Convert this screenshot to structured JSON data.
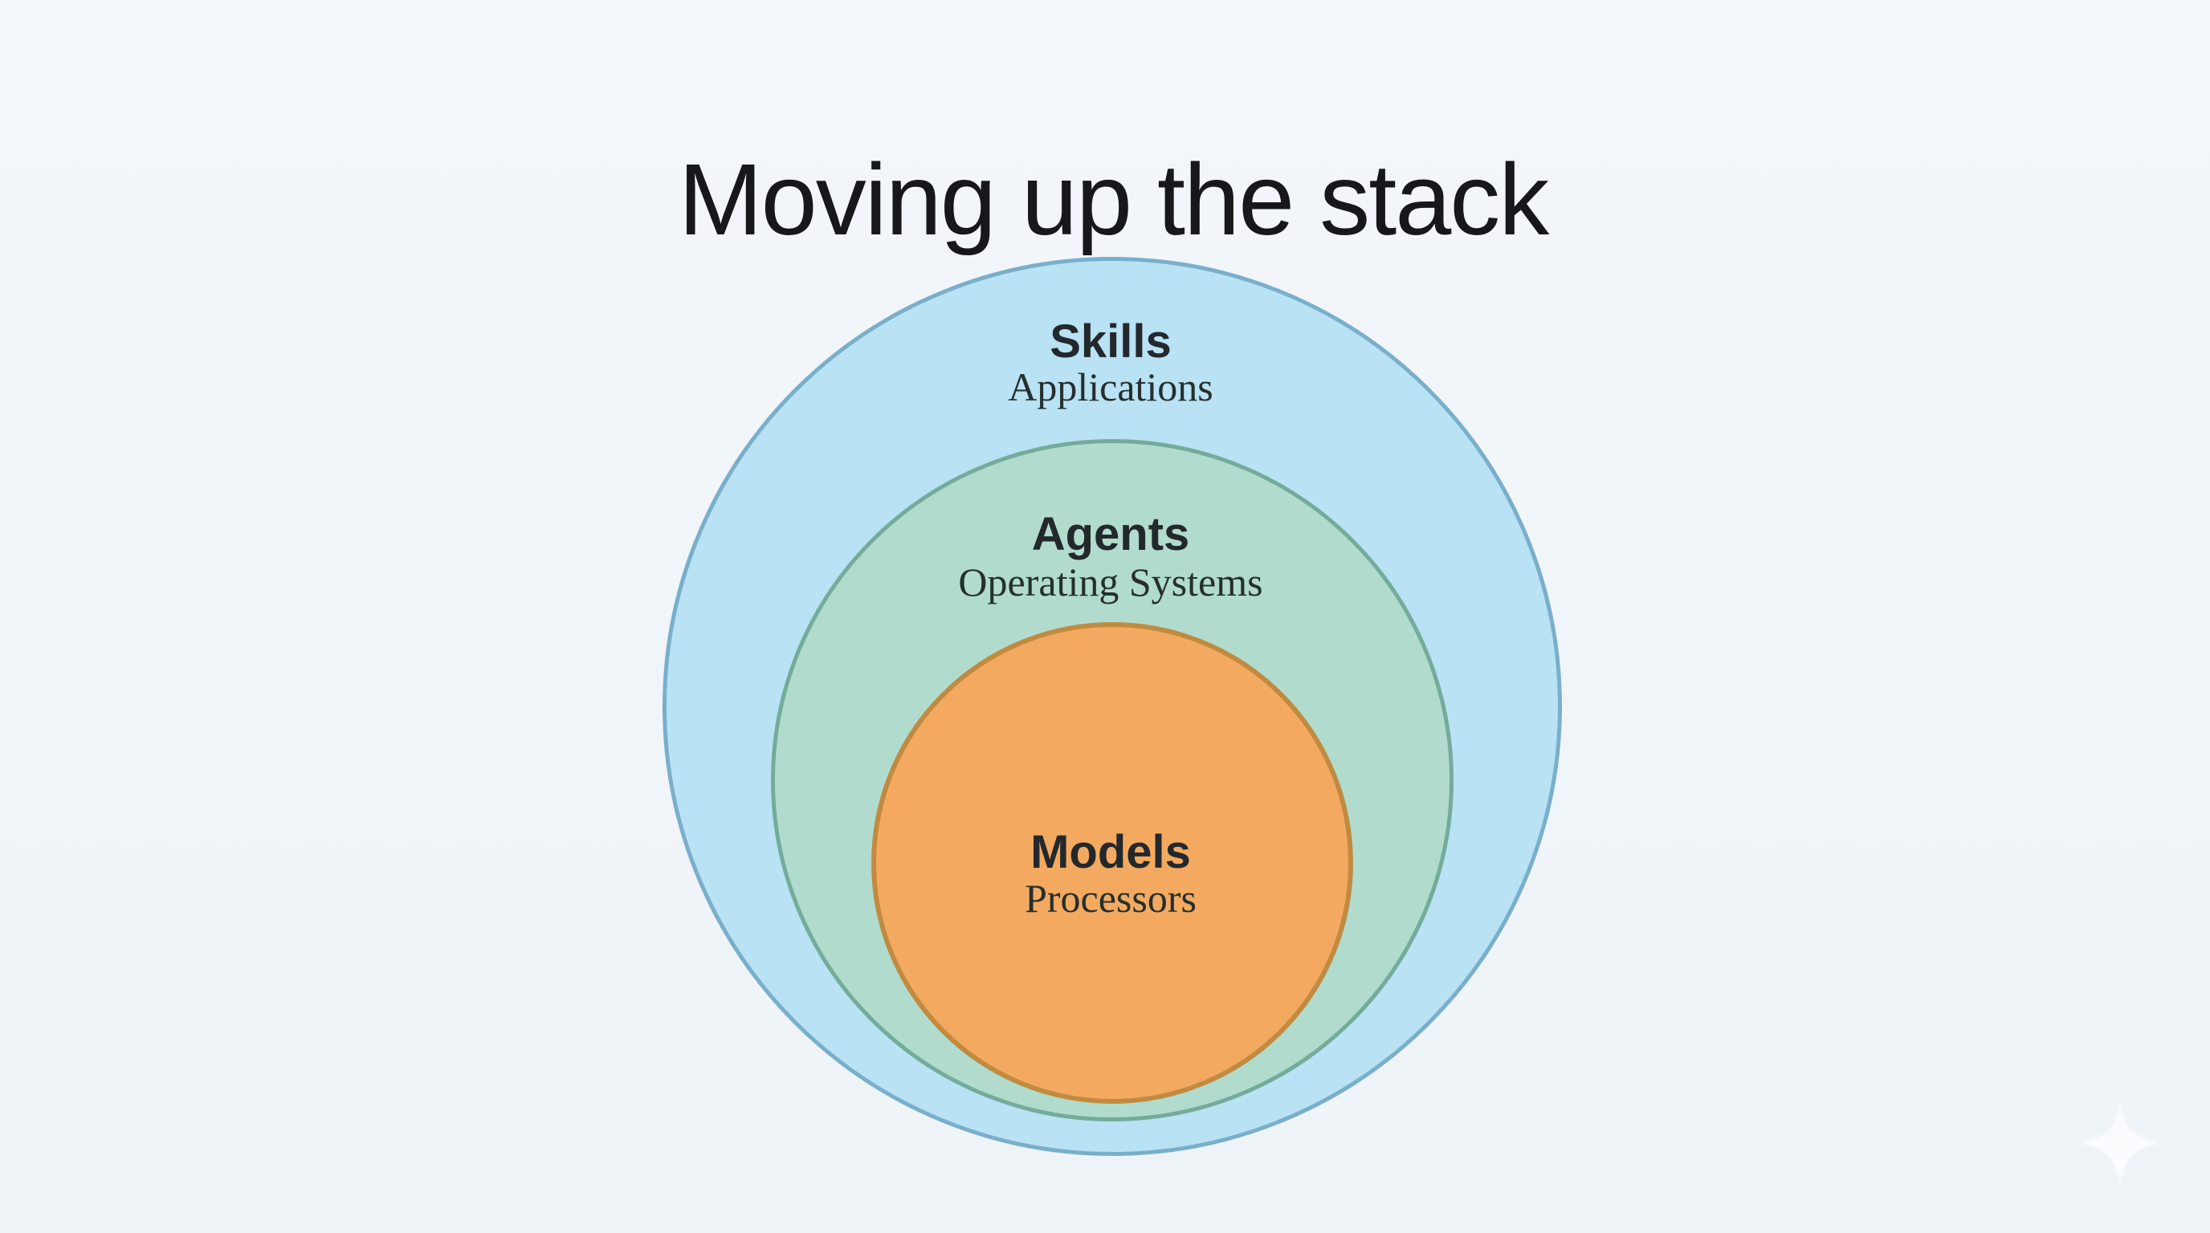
{
  "title": "Moving up the stack",
  "diagram": {
    "type": "nested-circles",
    "layers": [
      {
        "id": "skills",
        "label": "Skills",
        "sublabel": "Applications",
        "fill": "#b9e2f4",
        "border": "#79afcb"
      },
      {
        "id": "agents",
        "label": "Agents",
        "sublabel": "Operating Systems",
        "fill": "#b1dccd",
        "border": "#74ab9a"
      },
      {
        "id": "models",
        "label": "Models",
        "sublabel": "Processors",
        "fill": "#f3aa60",
        "border": "#c08b41"
      }
    ]
  },
  "colors": {
    "background": "#f1f6fa",
    "title_text": "#16181b",
    "label_text": "#23282c"
  },
  "decoration": {
    "sparkle": "four-pointed-star-watermark",
    "sparkle_color": "#ffffff"
  }
}
